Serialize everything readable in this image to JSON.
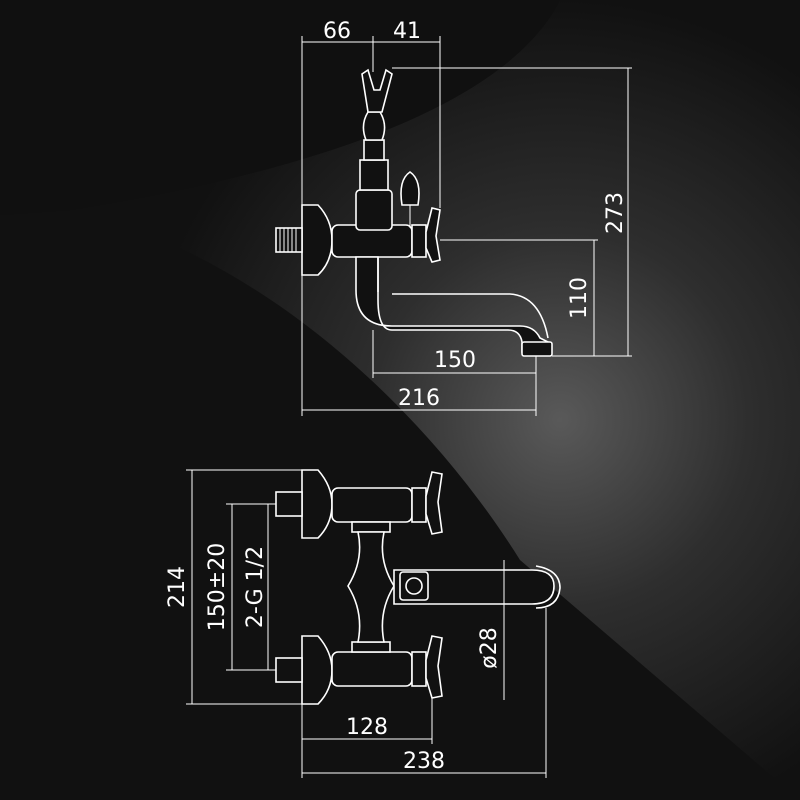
{
  "colors": {
    "background": "#111111",
    "glow": "#5a5a5a",
    "line": "#ffffff"
  },
  "side_view": {
    "dims": {
      "top_left": "66",
      "top_right": "41",
      "height_total": "273",
      "height_spout": "110",
      "spout_reach": "150",
      "total_width": "216"
    }
  },
  "top_view": {
    "dims": {
      "height_total": "214",
      "centers": "150±20",
      "thread": "2-G 1/2",
      "spout_diameter": "ø28",
      "body_width": "128",
      "total_width": "238"
    }
  }
}
